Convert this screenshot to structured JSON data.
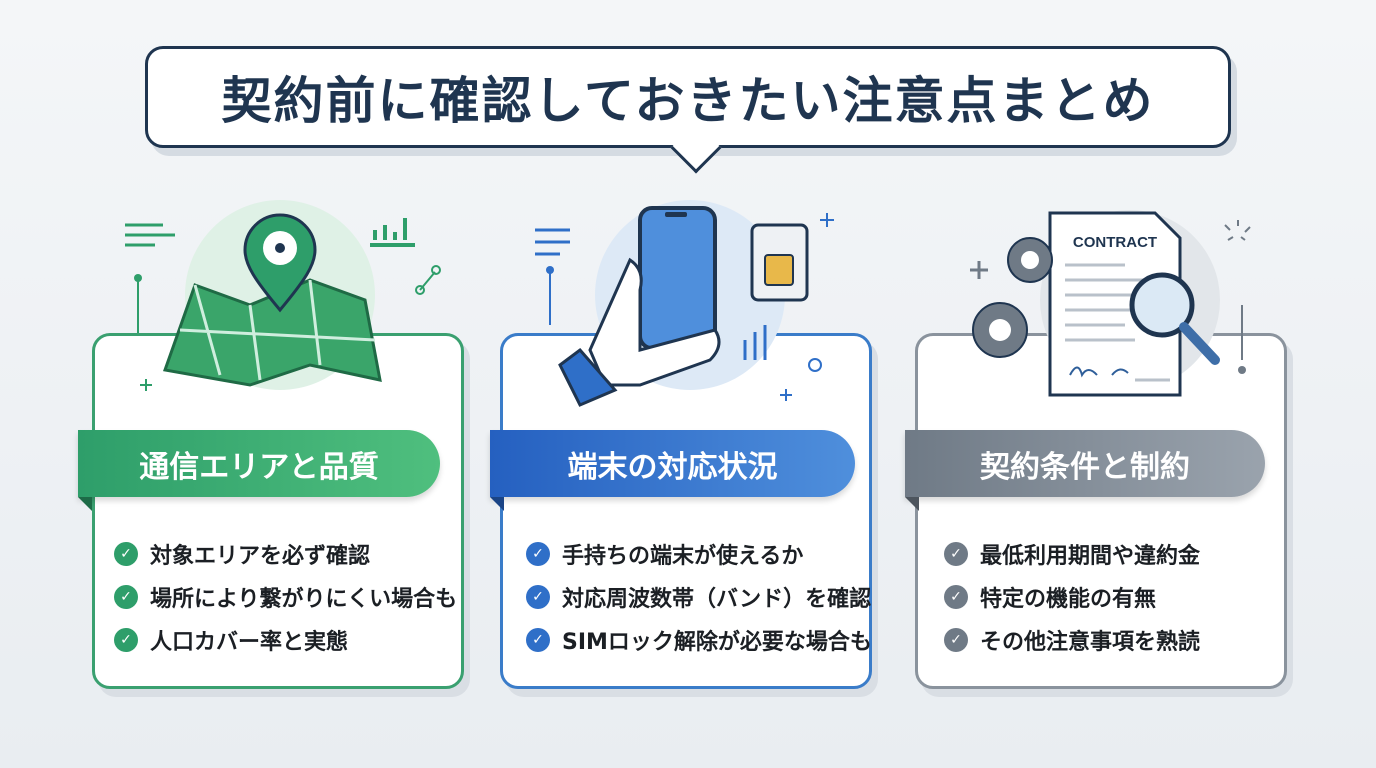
{
  "title": "契約前に確認しておきたい注意点まとめ",
  "colors": {
    "green": "#2e9e6a",
    "blue": "#2f6fc8",
    "gray": "#6f7a86",
    "navy": "#1f3550"
  },
  "cards": [
    {
      "heading": "通信エリアと品質",
      "items": [
        "対象エリアを必ず確認",
        "場所により繋がりにくい場合も",
        "人口カバー率と実態"
      ]
    },
    {
      "heading": "端末の対応状況",
      "items": [
        "手持ちの端末が使えるか",
        "対応周波数帯（バンド）を確認",
        "SIMロック解除が必要な場合も"
      ]
    },
    {
      "heading": "契約条件と制約",
      "items": [
        "最低利用期間や違約金",
        "特定の機能の有無",
        "その他注意事項を熟読"
      ],
      "document_label": "CONTRACT"
    }
  ]
}
